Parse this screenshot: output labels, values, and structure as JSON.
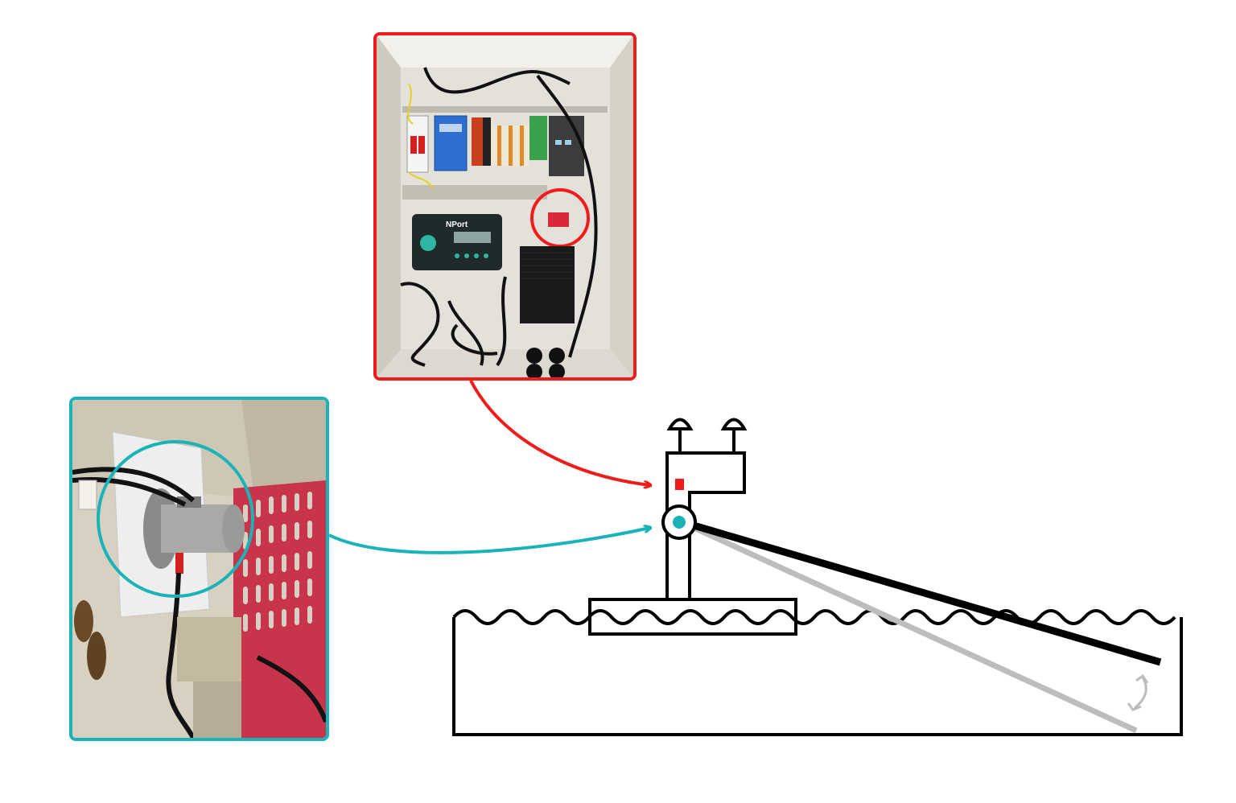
{
  "colors": {
    "highlight_red": "#ef1c1c",
    "highlight_teal": "#1ab3b8",
    "outline": "#000000",
    "ghost_arm": "#bdbdbd",
    "background": "#ffffff"
  },
  "photos": {
    "cabinet": {
      "label": "NPort",
      "description_icon": "control-cabinet-photo"
    },
    "sensor": {
      "description_icon": "rotary-sensor-photo"
    }
  },
  "diagram": {
    "arm_angle_indicator": "double-arrow-icon"
  }
}
